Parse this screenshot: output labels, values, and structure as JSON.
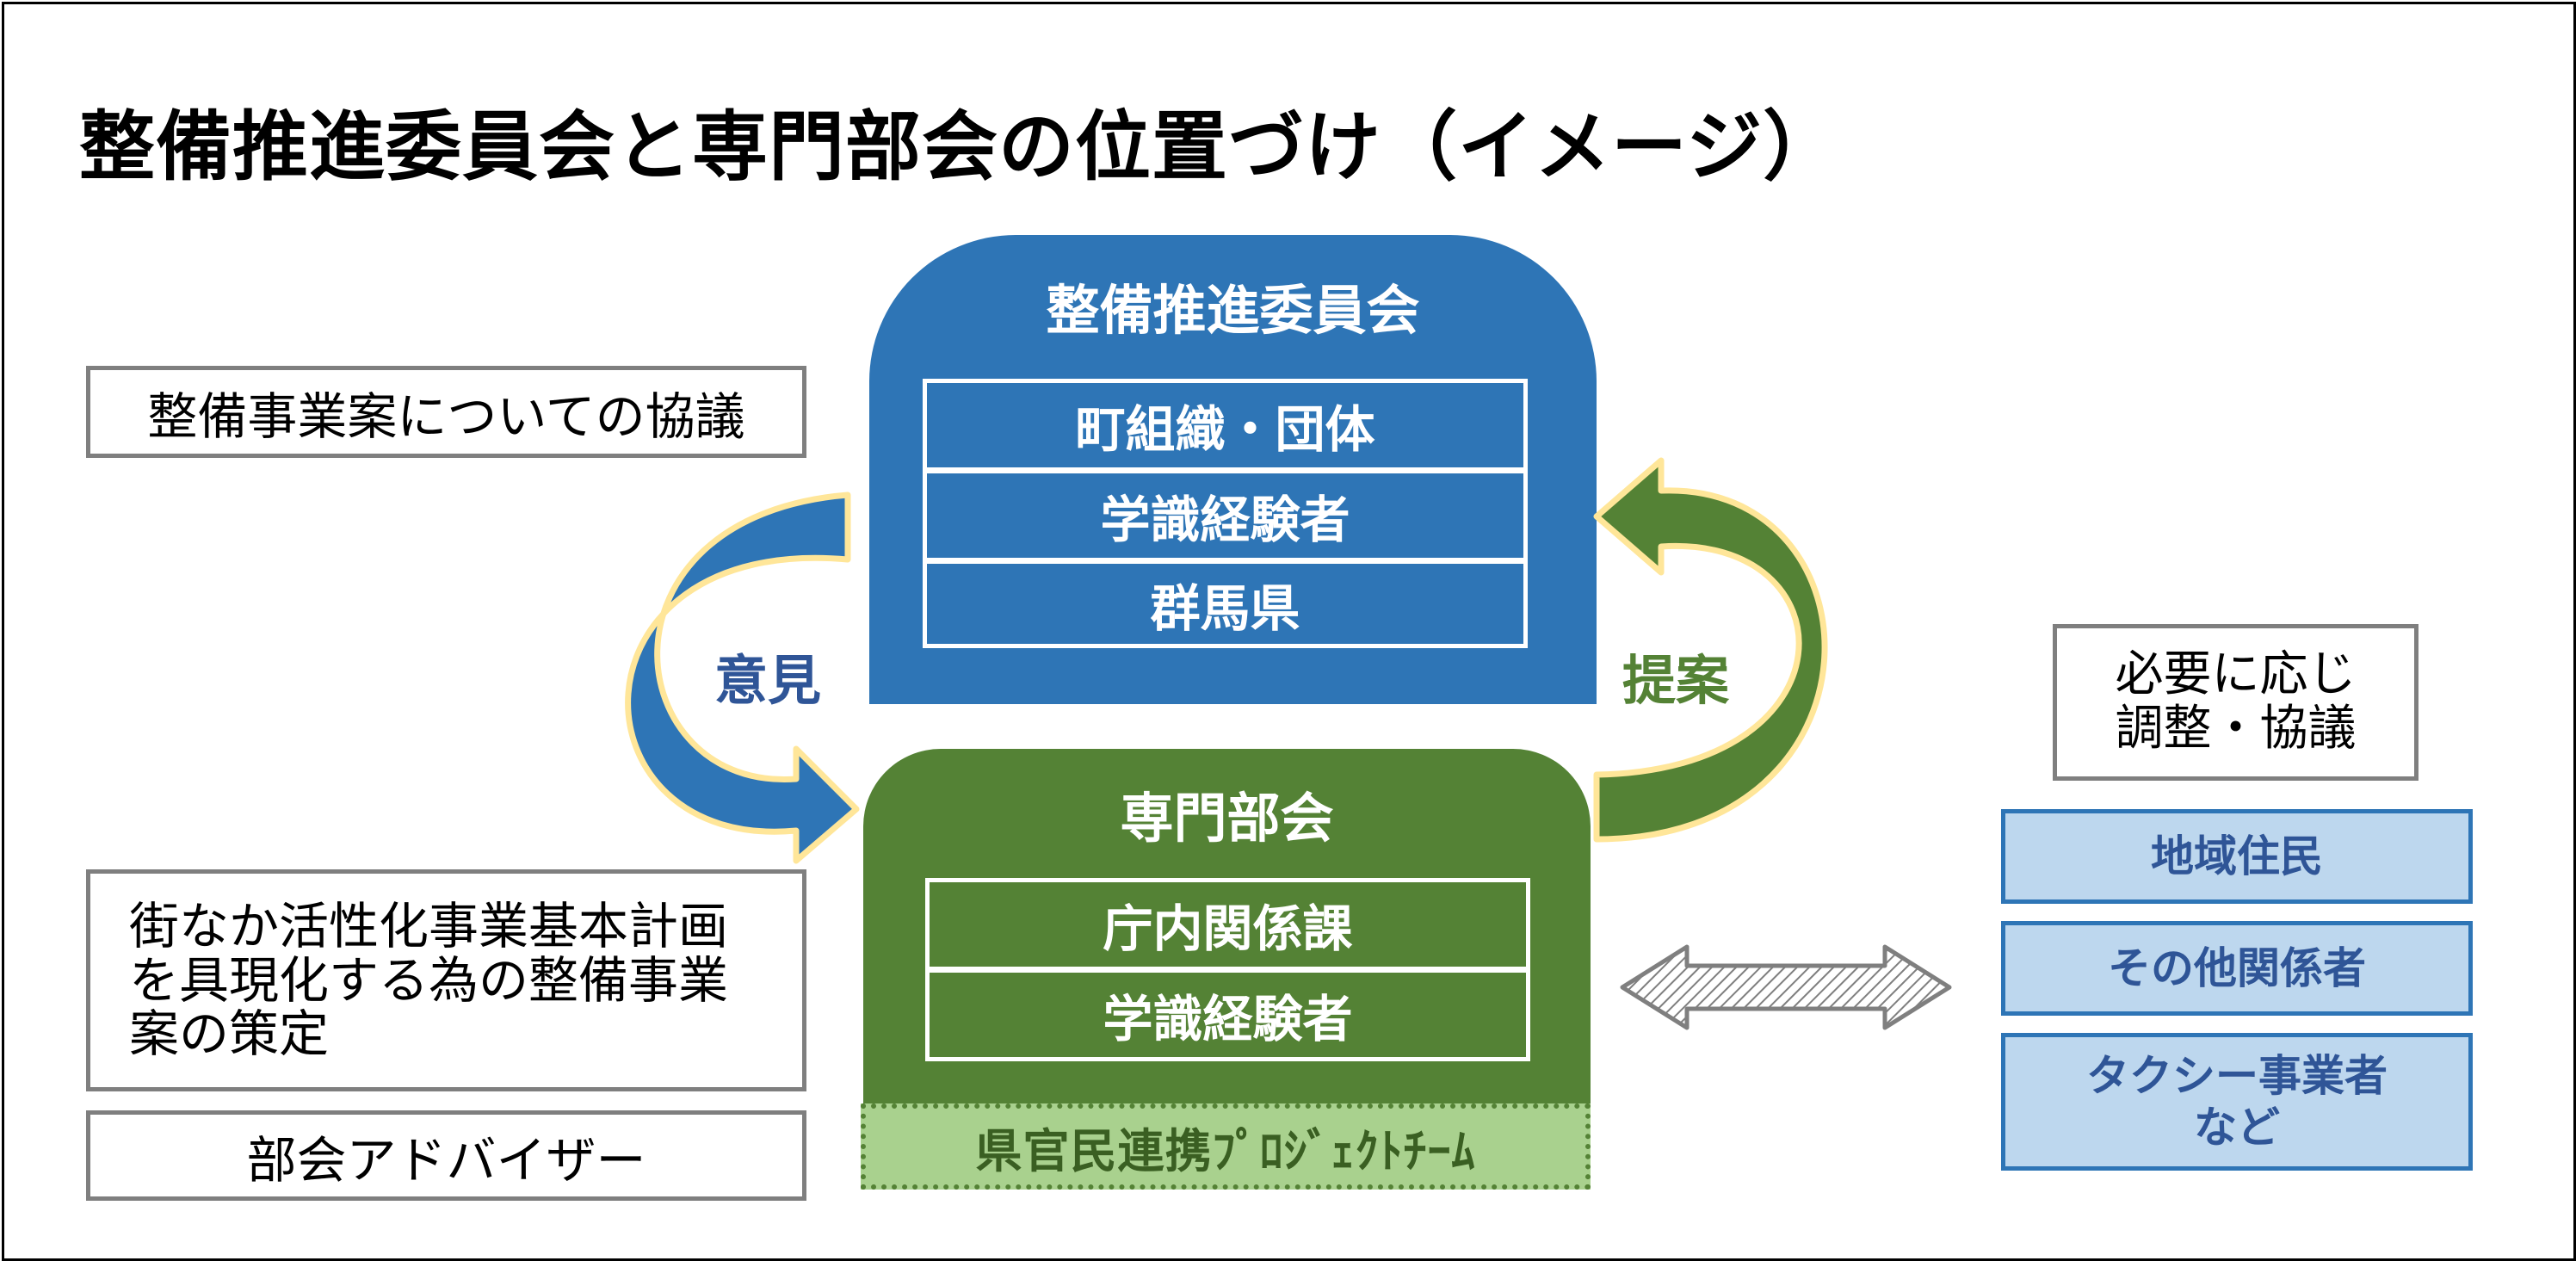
{
  "title": "整備推進委員会と専門部会の位置づけ（イメージ）",
  "left_boxes": {
    "discussion": "整備事業案についての協議",
    "formulation": "街なか活性化事業基本計画を具現化する為の整備事業案の策定",
    "advisor": "部会アドバイザー"
  },
  "committee": {
    "title": "整備推進委員会",
    "members": [
      "町組織・団体",
      "学識経験者",
      "群馬県"
    ]
  },
  "subcommittee": {
    "title": "専門部会",
    "members": [
      "庁内関係課",
      "学識経験者"
    ],
    "project_team": "県官民連携ﾌﾟﾛｼﾞｪｸﾄﾁｰﾑ"
  },
  "arrows": {
    "opinion": "意見",
    "proposal": "提案"
  },
  "right": {
    "note": "必要に応じ\n調整・協議",
    "stakeholders": [
      "地域住民",
      "その他関係者",
      "タクシー事業者\nなど"
    ]
  },
  "colors": {
    "committee_blue": "#2e75b6",
    "subcommittee_green": "#548235",
    "project_team_green": "#a9d18e",
    "stakeholder_fill": "#bdd7ee",
    "arrow_outline": "#ffe699"
  }
}
